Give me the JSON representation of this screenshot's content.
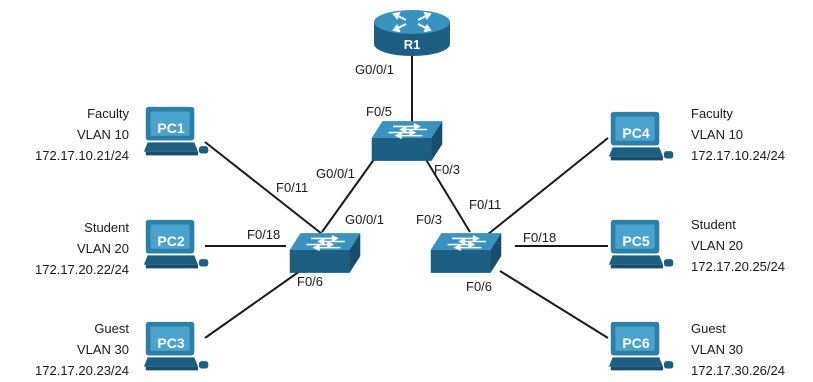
{
  "router": {
    "name": "R1",
    "port": "G0/0/1"
  },
  "switches": {
    "top": {
      "ports": {
        "to_router": "F0/5",
        "to_left": "G0/0/1",
        "to_right": "F0/3"
      }
    },
    "left": {
      "ports": {
        "to_top": "G0/0/1",
        "to_pc1": "F0/11",
        "to_pc2": "F0/18",
        "to_pc3": "F0/6"
      }
    },
    "right": {
      "ports": {
        "to_top": "F0/3",
        "to_pc4": "F0/11",
        "to_pc5": "F0/18",
        "to_pc6": "F0/6"
      }
    }
  },
  "pcs": [
    {
      "name": "PC1",
      "role": "Faculty",
      "vlan": "VLAN 10",
      "ip": "172.17.10.21/24"
    },
    {
      "name": "PC2",
      "role": "Student",
      "vlan": "VLAN 20",
      "ip": "172.17.20.22/24"
    },
    {
      "name": "PC3",
      "role": "Guest",
      "vlan": "VLAN 30",
      "ip": "172.17.20.23/24"
    },
    {
      "name": "PC4",
      "role": "Faculty",
      "vlan": "VLAN 10",
      "ip": "172.17.10.24/24"
    },
    {
      "name": "PC5",
      "role": "Student",
      "vlan": "VLAN 20",
      "ip": "172.17.20.25/24"
    },
    {
      "name": "PC6",
      "role": "Guest",
      "vlan": "VLAN 30",
      "ip": "172.17.30.26/24"
    }
  ],
  "colors": {
    "device_blue": "#2e7fa8",
    "device_dark": "#1d5f82",
    "screen_blue": "#4aa3cc",
    "line": "#1a1a1a"
  }
}
